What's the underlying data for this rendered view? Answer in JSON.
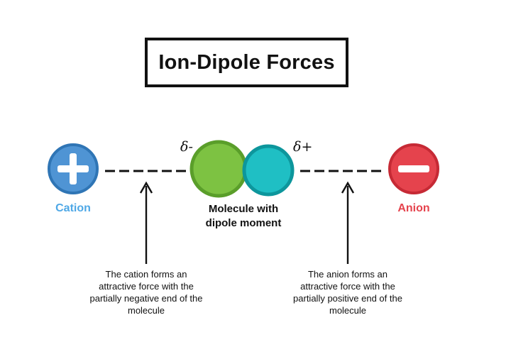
{
  "title": "Ion-Dipole Forces",
  "cation": {
    "label": "Cation",
    "symbol": "+",
    "color": "#4f94d4",
    "label_color": "#4fa8e6"
  },
  "anion": {
    "label": "Anion",
    "symbol": "−",
    "color": "#e5434d",
    "label_color": "#e5434d"
  },
  "molecule": {
    "label_line1": "Molecule with",
    "label_line2": "dipole moment",
    "negative_end_color": "#7dc242",
    "positive_end_color": "#1fbfc4",
    "delta_negative": "δ-",
    "delta_positive": "δ+"
  },
  "captions": {
    "left": [
      "The cation forms an",
      "attractive force with the",
      "partially negative end of the",
      "molecule"
    ],
    "right": [
      "The anion forms an",
      "attractive force with the",
      "partially positive end of the",
      "molecule"
    ]
  }
}
